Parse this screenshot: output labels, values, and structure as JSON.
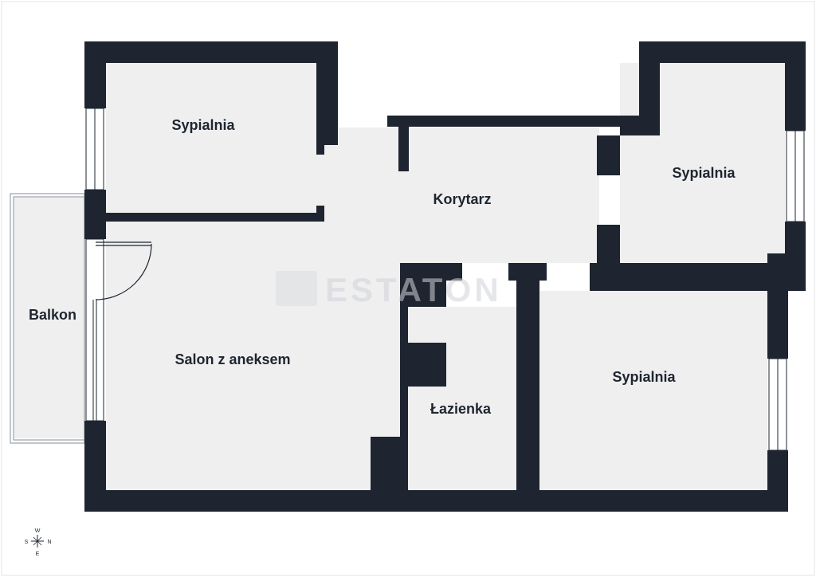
{
  "plan": {
    "rooms": {
      "bedroom_top_left": "Sypialnia",
      "bedroom_top_right": "Sypialnia",
      "bedroom_bottom_right": "Sypialnia",
      "corridor": "Korytarz",
      "living_room": "Salon z aneksem",
      "bathroom": "Łazienka",
      "balcony": "Balkon"
    },
    "watermark": "ESTATON",
    "compass": {
      "north": "N",
      "south": "S",
      "east": "E",
      "west": "W"
    }
  },
  "colors": {
    "wall": "#1e2530",
    "floor": "#efefef",
    "background": "#ffffff",
    "window": "#ffffff",
    "border": "#c8c8c8"
  }
}
